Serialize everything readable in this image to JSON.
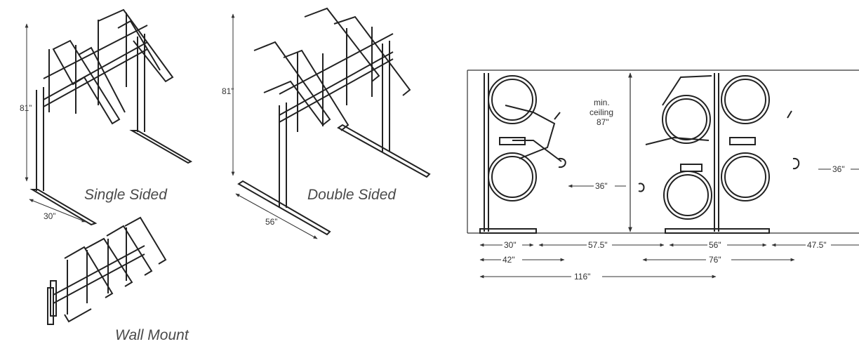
{
  "products": {
    "single": {
      "caption": "Single Sided",
      "height": "81”",
      "depth": "30”"
    },
    "double": {
      "caption": "Double Sided",
      "height": "81”",
      "depth": "56”"
    },
    "wall": {
      "caption": "Wall Mount"
    }
  },
  "side_view": {
    "ceiling_note": [
      "min.",
      "ceiling",
      "87\""
    ],
    "aisle_left": "36\"",
    "aisle_right": "36\"",
    "row1": [
      "30\"",
      "57.5\"",
      "56\"",
      "47.5\""
    ],
    "row2": [
      "42\"",
      "76\""
    ],
    "row3": [
      "116\""
    ]
  }
}
